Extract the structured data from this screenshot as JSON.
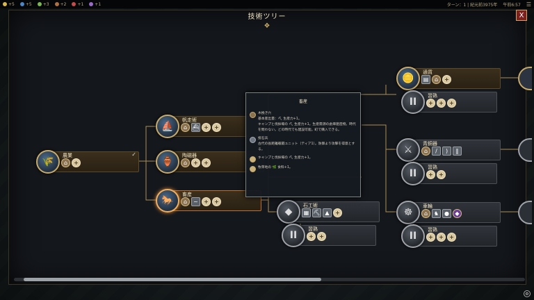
{
  "topbar": {
    "stats": [
      {
        "text": "+5",
        "color": "#d8b84a"
      },
      {
        "text": "+5",
        "color": "#4a86c8"
      },
      {
        "text": "+3",
        "color": "#7bb854"
      },
      {
        "text": "+2",
        "color": "#b07040"
      },
      {
        "text": "+1",
        "color": "#c84a4a"
      },
      {
        "text": "+1",
        "color": "#9a6ac8"
      }
    ],
    "turn": "ターン：1 | 紀元前3975年",
    "time": "午前6:57"
  },
  "dialog": {
    "title": "技術ツリー",
    "ornament": "❖",
    "close_label": "X"
  },
  "nodes": [
    {
      "id": "agri",
      "name": "農業",
      "icon": "wheat-icon",
      "glyph": "🌾",
      "icons": [
        "house-icon",
        "plus-icon"
      ],
      "checked": true,
      "check": "✓"
    },
    {
      "id": "sail",
      "name": "帆走術",
      "icon": "sail-icon",
      "glyph": "⛵",
      "icons": [
        "house-icon",
        "ship-icon",
        "plus-icon",
        "plus-icon"
      ]
    },
    {
      "id": "pottery",
      "name": "陶磁器",
      "icon": "pottery-icon",
      "glyph": "🏺",
      "icons": [
        "house-icon",
        "plus-icon",
        "plus-icon"
      ]
    },
    {
      "id": "husbandry",
      "name": "畜産",
      "icon": "horse-icon",
      "glyph": "🐎",
      "icons": [
        "house-icon",
        "scout-icon",
        "plus-icon",
        "plus-icon"
      ]
    },
    {
      "id": "masonry",
      "name": "石工術",
      "icon": "stone-icon",
      "glyph": "◆",
      "icons": [
        "wall-icon",
        "mine-icon",
        "pyramid-icon",
        "plus-icon"
      ]
    },
    {
      "id": "masonry_mastery",
      "name": "習熟",
      "icon": "roman-two-icon",
      "glyph": "II",
      "icons": [
        "plus-icon",
        "plus-icon"
      ]
    },
    {
      "id": "currency",
      "name": "通貨",
      "icon": "coin-icon",
      "glyph": "🪙",
      "icons": [
        "market-icon",
        "house-icon",
        "plus-icon"
      ]
    },
    {
      "id": "currency_mastery",
      "name": "習熟",
      "icon": "roman-two-icon",
      "glyph": "II",
      "icons": [
        "plus-icon",
        "plus-icon",
        "plus-icon"
      ]
    },
    {
      "id": "bronze",
      "name": "青銅器",
      "icon": "bronze-icon",
      "glyph": "⚔",
      "icons": [
        "house-icon",
        "spear-icon",
        "bow-icon",
        "fence-icon"
      ]
    },
    {
      "id": "bronze_mastery",
      "name": "習熟",
      "icon": "roman-two-icon",
      "glyph": "II",
      "icons": [
        "plus-icon",
        "plus-icon"
      ]
    },
    {
      "id": "wheel",
      "name": "車輪",
      "icon": "wheel-icon",
      "glyph": "☸",
      "icons": [
        "house-icon",
        "horse-icon",
        "cart-icon",
        "gem-icon"
      ]
    },
    {
      "id": "wheel_mastery",
      "name": "習熟",
      "icon": "roman-two-icon",
      "glyph": "II",
      "icons": [
        "plus-icon",
        "plus-icon",
        "plus-icon"
      ]
    }
  ],
  "tooltip": {
    "title": "畜産",
    "rows": [
      {
        "icon": "house-icon",
        "lines": [
          "木挽き穴",
          "基本産出量：⛏ 生産力+1。",
          "キャンプと伐採場の ⛏ 生産力+1。生産需源の倉庫建造物。時代を問わない。どの時代でも建設可能。町で購入できる。"
        ]
      },
      {
        "icon": "unit-icon",
        "lines": [
          "投石兵",
          "古代の長距離戦闘ユニット（ティア1）。防御より攻撃を得意とする。"
        ]
      },
      {
        "icon": "plus-icon",
        "lines": [
          "キャンプと伐採場の ⛏ 生産力+1。"
        ]
      },
      {
        "icon": "plus-icon",
        "lines": [
          "牧草地の 🌿 食料+1。"
        ]
      }
    ]
  },
  "scroll": {
    "position": 0.0
  }
}
